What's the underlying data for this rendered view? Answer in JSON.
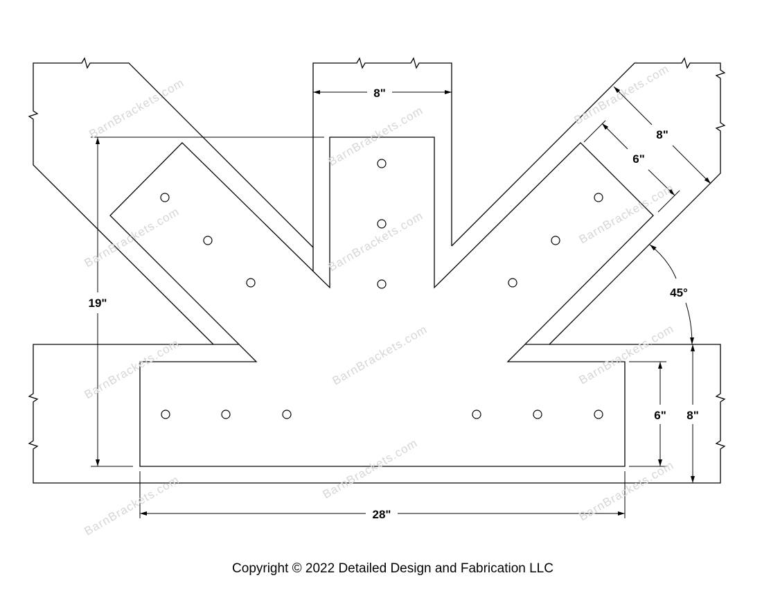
{
  "drawing": {
    "watermark": "BarnBrackets.com",
    "dimensions": {
      "post_width": "8\"",
      "overall_height": "19\"",
      "overall_length": "28\"",
      "beam_bracket_height": "6\"",
      "beam_depth": "8\"",
      "brace_width": "8\"",
      "brace_bracket_width": "6\"",
      "angle": "45°"
    }
  },
  "footer": {
    "copyright": "Copyright © 2022 Detailed Design and Fabrication LLC"
  }
}
